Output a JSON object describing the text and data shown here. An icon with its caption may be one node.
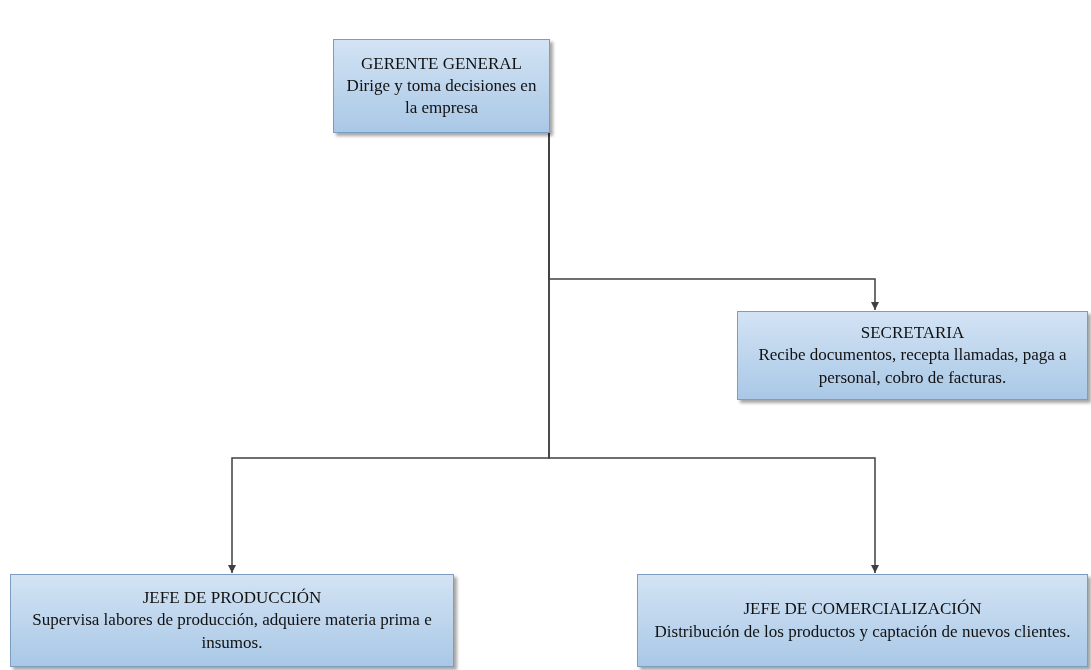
{
  "diagram": {
    "nodes": [
      {
        "text": [
          "GERENTE GENERAL",
          "Dirige y toma decisiones en la empresa"
        ]
      },
      {
        "text": [
          "SECRETARIA",
          "Recibe documentos, recepta llamadas, paga a personal, cobro de facturas."
        ]
      },
      {
        "text": [
          "JEFE DE PRODUCCIÓN",
          "Supervisa labores de producción, adquiere materia prima e insumos."
        ]
      },
      {
        "text": [
          "JEFE DE COMERCIALIZACIÓN",
          "Distribución de los productos y captación de nuevos clientes."
        ]
      }
    ],
    "edges": [
      {
        "from": 0,
        "to": 1,
        "arrow": "to"
      },
      {
        "from": 0,
        "to": 2,
        "arrow": "to"
      },
      {
        "from": 0,
        "to": 3,
        "arrow": "to"
      }
    ]
  }
}
